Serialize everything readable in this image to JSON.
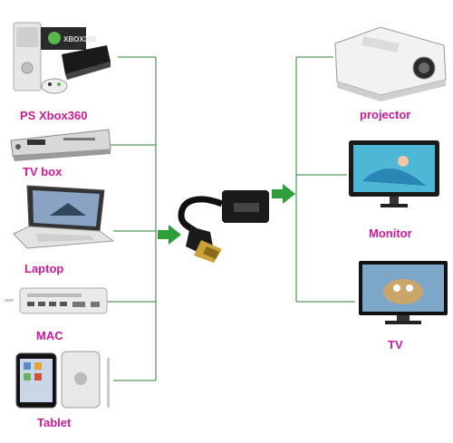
{
  "colors": {
    "label": "#cc1a9a",
    "connector": "#2e7d32",
    "arrow": "#2e9e3a"
  },
  "sources": [
    {
      "label": "PS Xbox360",
      "icon": "game-console-icon",
      "badge": "XBOX360"
    },
    {
      "label": "TV box",
      "icon": "tv-box-icon"
    },
    {
      "label": "Laptop",
      "icon": "laptop-icon"
    },
    {
      "label": "MAC",
      "icon": "mac-mini-icon"
    },
    {
      "label": "Tablet",
      "icon": "tablet-icon"
    }
  ],
  "adapter": {
    "icon": "hdmi-to-vga-adapter-icon"
  },
  "destinations": [
    {
      "label": "projector",
      "icon": "projector-icon"
    },
    {
      "label": "Monitor",
      "icon": "monitor-icon"
    },
    {
      "label": "TV",
      "icon": "tv-icon"
    }
  ]
}
